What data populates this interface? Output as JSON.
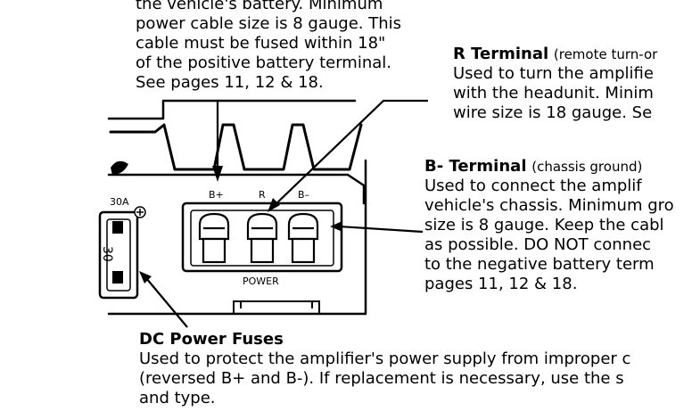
{
  "bplus_text": {
    "lines": [
      "the vehicle's battery. Minimum",
      "power cable size is 8 gauge. This",
      "cable must be fused within 18\"",
      "of the positive battery terminal.",
      "See pages 11, 12 & 18."
    ]
  },
  "r_terminal": {
    "heading": "R Terminal",
    "note": "(remote turn-or",
    "lines": [
      "Used to turn the amplifie",
      "with the headunit. Minim",
      "wire size is 18 gauge. Se"
    ]
  },
  "b_minus_terminal": {
    "heading": "B- Terminal",
    "note": "(chassis ground)",
    "lines": [
      "Used to connect the amplif",
      "vehicle's chassis. Minimum gro",
      "size is 8 gauge. Keep the cabl",
      "as possible. DO NOT connec",
      "to the negative battery term",
      "pages 11, 12 & 18."
    ]
  },
  "dc_fuses": {
    "heading": "DC Power Fuses",
    "lines": [
      "Used to protect the amplifier's power supply from improper c",
      "(reversed B+ and B-). If replacement is necessary, use the s",
      "and type."
    ]
  },
  "diagram": {
    "fuse_rating": "30A",
    "fuse_value": "30",
    "terminal_bplus": "B+",
    "terminal_r": "R",
    "terminal_bminus": "B–",
    "power_label": "POWER"
  }
}
